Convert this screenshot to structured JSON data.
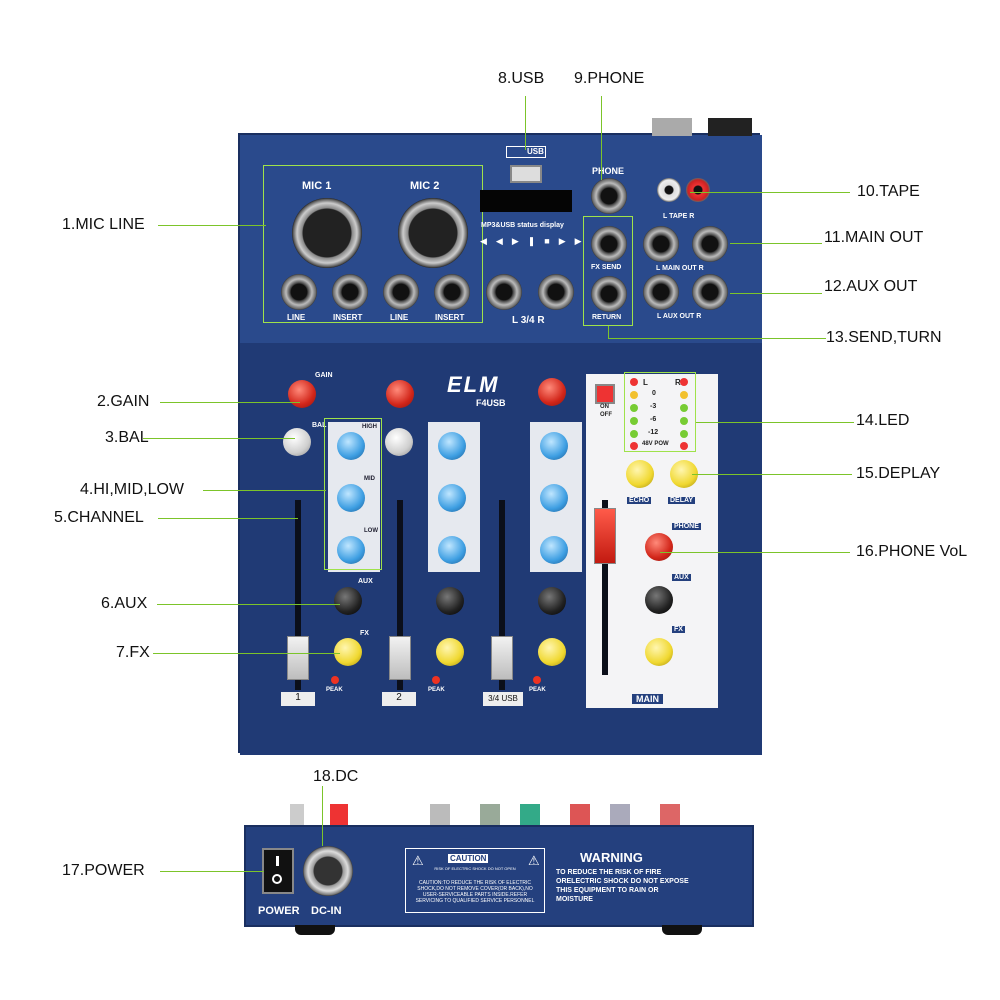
{
  "labels": {
    "mic_line": "1.MIC LINE",
    "gain": "2.GAIN",
    "bal": "3.BAL",
    "hi_mid_low": "4.HI,MID,LOW",
    "channel": "5.CHANNEL",
    "aux": "6.AUX",
    "fx": "7.FX",
    "usb": "8.USB",
    "phone": "9.PHONE",
    "tape": "10.TAPE",
    "main_out": "11.MAIN OUT",
    "aux_out": "12.AUX OUT",
    "send_turn": "13.SEND,TURN",
    "led": "14.LED",
    "deplay": "15.DEPLAY",
    "phone_vol": "16.PHONE VoL",
    "power": "17.POWER",
    "dc": "18.DC"
  },
  "panel": {
    "mic1": "MIC  1",
    "mic2": "MIC  2",
    "line": "LINE",
    "insert": "INSERT",
    "l34r": "L 3/4 R",
    "usb": "USB",
    "mp3_display": "MP3&USB status display",
    "phone": "PHONE",
    "fx_send": "FX SEND",
    "return": "RETURN",
    "l_tape_r": "L  TAPE  R",
    "l_main_out_r": "L  MAIN OUT  R",
    "l_aux_out_r": "L  AUX OUT  R",
    "brand": "ELM",
    "model": "F4USB",
    "gain": "GAIN",
    "bal": "BAL",
    "high": "HIGH",
    "mid": "MID",
    "low": "LOW",
    "aux": "AUX",
    "fx": "FX",
    "peak": "PEAK",
    "ch1": "1",
    "ch2": "2",
    "ch34": "3/4 USB",
    "on": "ON",
    "off": "OFF",
    "echo": "ECHO",
    "delay": "DELAY",
    "phone_small": "PHONE",
    "main": "MAIN",
    "led_l": "L",
    "led_r": "R",
    "led_levels": [
      "0",
      "-3",
      "-6",
      "-12",
      "48V POW"
    ],
    "power": "POWER",
    "dc_in": "DC-IN",
    "caution": "CAUTION",
    "caution_sub": "RISK OF ELECTRIC SHOCK DO NOT OPEN",
    "caution_text": "CAUTION:TO REDUCE THE RISK OF ELECTRIC SHOCK,DO NOT REMOVE COVER(OR BACK),NO USER-SERVICEABLE PARTS INSIDE.REFER SERVICING TO QUALIFIED SERVICE PERSONNEL",
    "warning": "WARNING",
    "warning_text": "TO REDUCE THE RISK OF FIRE ORELECTRIC SHOCK DO NOT EXPOSE THIS EQUIPMENT TO RAIN OR MOISTURE"
  },
  "colors": {
    "panel_blue": "#24407e",
    "leader_green": "#7cc42a"
  }
}
